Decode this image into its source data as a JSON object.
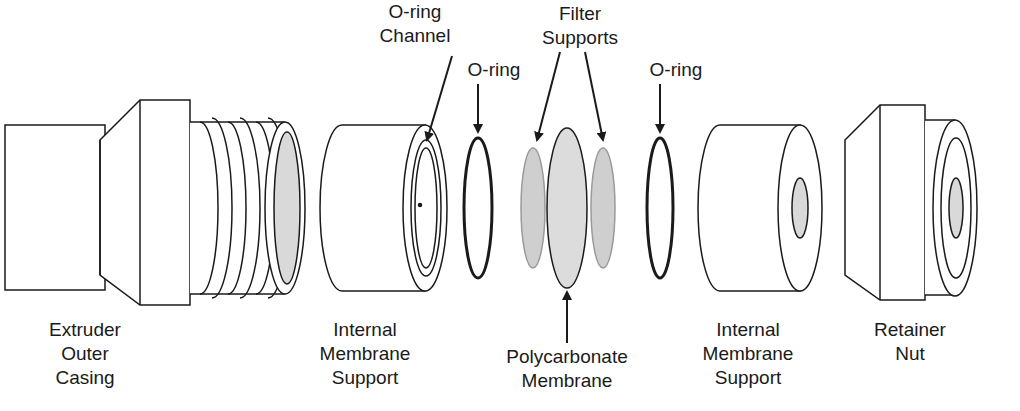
{
  "diagram": {
    "labels": [
      "O-ring Channel",
      "Filter Supports",
      "O-ring",
      "O-ring",
      "Extruder Outer Casing",
      "Internal Membrane Support",
      "Polycarbonate Membrane",
      "Internal Membrane Support",
      "Retainer Nut"
    ]
  }
}
